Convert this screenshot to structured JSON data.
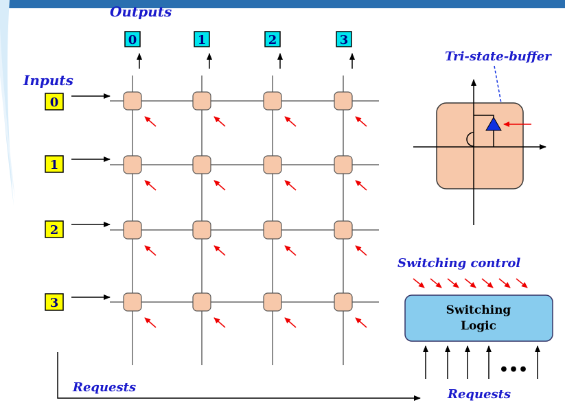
{
  "labels": {
    "outputs": "Outputs",
    "inputs": "Inputs",
    "tri_state_buffer": "Tri-state-buffer",
    "switching_control": "Switching control",
    "requests_bottom_left": "Requests",
    "requests_bottom_right": "Requests",
    "ellipsis": "•••"
  },
  "outputs": [
    "0",
    "1",
    "2",
    "3"
  ],
  "inputs": [
    "0",
    "1",
    "2",
    "3"
  ],
  "switching_logic": {
    "line1": "Switching",
    "line2": "Logic"
  },
  "colors": {
    "output_box": "#00e5ee",
    "input_box": "#ffff00",
    "crosspoint": "#f7c8aa",
    "logic_box": "#88ccee",
    "label_blue": "#1a1acc",
    "control_arrow": "#ee0000",
    "tri_state": "#1030e0",
    "header_bar": "#2a6fb0"
  }
}
